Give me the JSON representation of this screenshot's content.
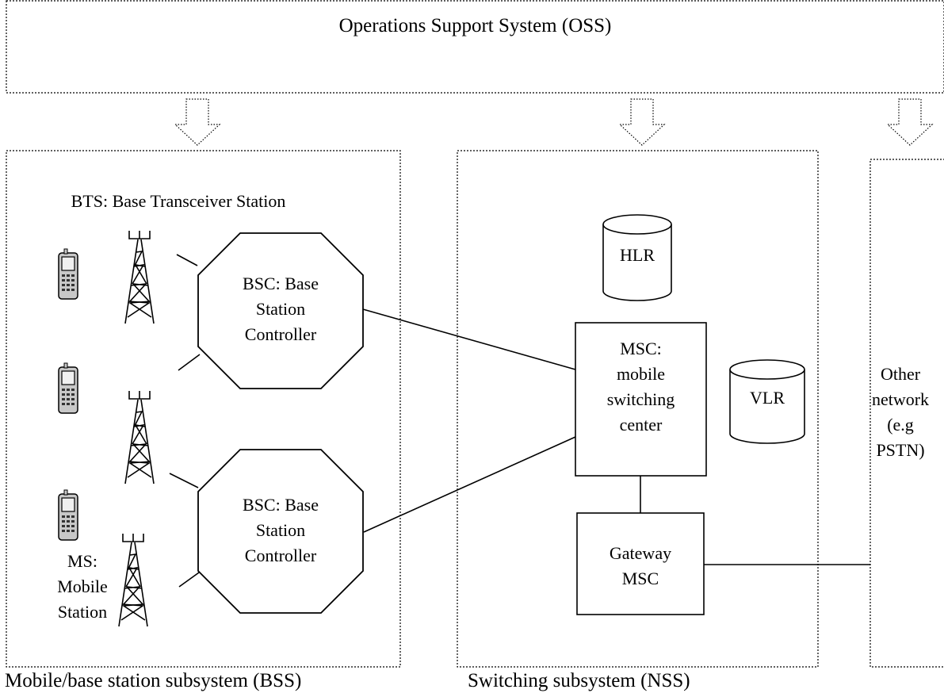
{
  "oss": {
    "title": "Operations Support System (OSS)"
  },
  "bss": {
    "caption": "Mobile/base station subsystem (BSS)",
    "bts_label": "BTS: Base Transceiver Station",
    "bsc_top": [
      "BSC: Base",
      "Station",
      "Controller"
    ],
    "bsc_bottom": [
      "BSC: Base",
      "Station",
      "Controller"
    ],
    "ms_label": [
      "MS:",
      "Mobile",
      "Station"
    ]
  },
  "nss": {
    "caption": "Switching subsystem (NSS)",
    "hlr": "HLR",
    "vlr": "VLR",
    "msc": [
      "MSC:",
      "mobile",
      "switching",
      "center"
    ],
    "gateway": [
      "Gateway",
      "MSC"
    ]
  },
  "other": {
    "label": [
      "Other",
      "network",
      "(e.g",
      "PSTN)"
    ]
  },
  "icons": {
    "arrow": "dotted-down-arrow-icon",
    "phone": "mobile-phone-icon",
    "tower": "antenna-tower-icon",
    "database": "database-cylinder-icon"
  }
}
